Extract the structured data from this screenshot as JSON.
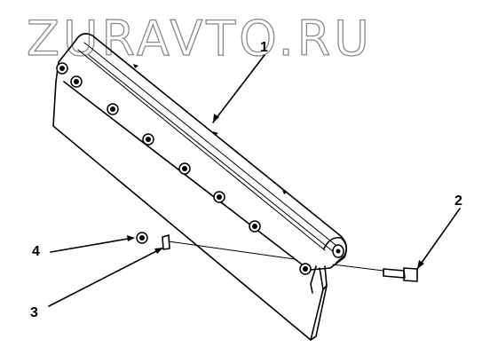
{
  "watermark": "ZURAVTO.RU",
  "callouts": [
    {
      "id": "callout-1",
      "text": "1"
    },
    {
      "id": "callout-2",
      "text": "2"
    },
    {
      "id": "callout-3",
      "text": "3"
    },
    {
      "id": "callout-4",
      "text": "4"
    }
  ],
  "colors": {
    "line": "#000000",
    "watermark_outline": "#8a8a8a",
    "background": "#ffffff"
  }
}
